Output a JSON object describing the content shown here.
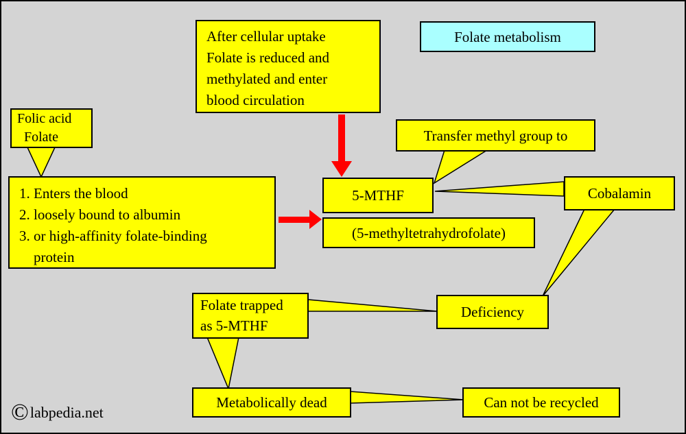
{
  "title": "Folate metabolism",
  "boxes": {
    "after_uptake": "After cellular uptake\nFolate is reduced and\nmethylated and enter\nblood circulation",
    "folic_acid": "Folic acid\n  Folate",
    "blood_list": "1. Enters the blood\n2. loosely bound to albumin\n3. or high-affinity folate-binding\n    protein",
    "mthf": "5-MTHF",
    "mthf_full": "(5-methyltetrahydrofolate)",
    "transfer": "Transfer methyl group to",
    "cobalamin": "Cobalamin",
    "deficiency": "Deficiency",
    "folate_trapped": "Folate trapped\nas 5-MTHF",
    "metabolically_dead": "Metabolically dead",
    "cannot_recycled": "Can not be recycled"
  },
  "footer": {
    "symbol": "©",
    "site": "labpedia.net"
  },
  "colors": {
    "box_fill": "#ffff00",
    "title_fill": "#aaffff",
    "arrow": "#ff0000",
    "background": "#d4d4d4",
    "border": "#000000"
  }
}
